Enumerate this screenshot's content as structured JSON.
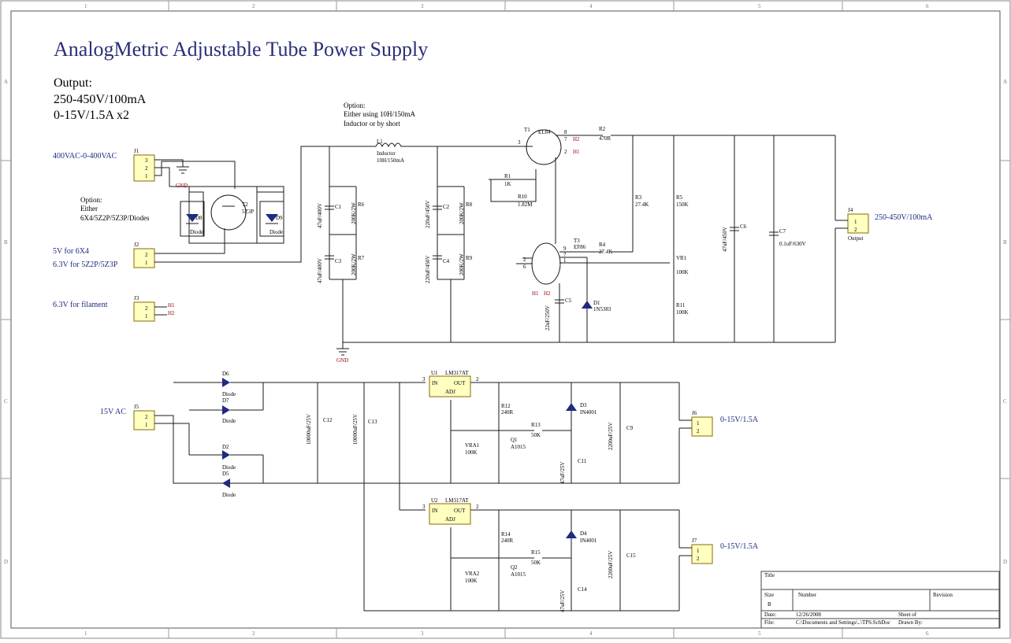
{
  "title": "AnalogMetric Adjustable Tube Power Supply",
  "output_block": {
    "heading": "Output:",
    "line1": "250-450V/100mA",
    "line2": "0-15V/1.5A x2"
  },
  "notes": {
    "option_inductor": [
      "Option:",
      "Either using 10H/150mA",
      "Inductor or by short"
    ],
    "option_rectifier": [
      "Option:",
      "Either",
      "6X4/5Z2P/5Z3P/Diodes"
    ],
    "input_400": "400VAC-0-400VAC",
    "input_5v": "5V for 6X4",
    "input_63_rect": "6.3V for 5Z2P/5Z3P",
    "input_63_fil": "6.3V for filament",
    "input_15": "15V AC",
    "out_hv": "250-450V/100mA",
    "out_lv1": "0-15V/1.5A",
    "out_lv2": "0-15V/1.5A"
  },
  "border": {
    "cols": [
      "1",
      "2",
      "3",
      "4",
      "5",
      "6"
    ],
    "rows": [
      "A",
      "B",
      "C",
      "D"
    ]
  },
  "components": {
    "J1": "J1",
    "J2": "J2",
    "J3": "J3",
    "J4": "J4",
    "J5": "J5",
    "J6": "J6",
    "J7": "J7",
    "T1": "T1",
    "T1_val": "EL84",
    "T2": "T2",
    "T2_val": "5Z3P",
    "T3": "T3",
    "T3_val": "EF86",
    "L1": "L1",
    "L1_type": "Inductor",
    "L1_val": "10H/150mA",
    "C1": "C1",
    "C2": "C2",
    "C3": "C3",
    "C4": "C4",
    "C5": "C5",
    "C6": "C6",
    "C7": "C7",
    "C9": "C9",
    "C11": "C11",
    "C12": "C12",
    "C13": "C13",
    "C14": "C14",
    "C15": "C15",
    "cap_47": "47uF/400V",
    "cap_220": "220uF/450V",
    "cap_22": "22uF/250V",
    "cap_47_450": "47uF/450V",
    "cap_01": "0.1uF/630V",
    "cap_10000": "10000uF/25V",
    "cap_2200": "2200uF/25V",
    "cap_47_25": "47uF/25V",
    "R1": "R1",
    "R1_val": "1K",
    "R2": "R2",
    "R2_val": "470R",
    "R3": "R3",
    "R3_val": "27.4K",
    "R4": "R4",
    "R4_val": "27.4K",
    "R5": "R5",
    "R5_val": "150K",
    "R6": "R6",
    "R7": "R7",
    "R8": "R8",
    "R9": "R9",
    "r_200k": "200K/2W",
    "R10": "R10",
    "R10_val": "1.82M",
    "R11": "R11",
    "R11_val": "100K",
    "VR1": "VR1",
    "VR1_val": "100K",
    "R12": "R12",
    "R12_val": "240R",
    "R13": "R13",
    "R13_val": "50K",
    "R14": "R14",
    "R14_val": "240R",
    "R15": "R15",
    "R15_val": "50K",
    "VRA1": "VRA1",
    "VRA2": "VRA2",
    "vra_val": "100K",
    "Q1": "Q1",
    "Q2": "Q2",
    "q_val": "A1015",
    "D1": "D1",
    "D1_val": "1N5383",
    "D2": "D2",
    "D3": "D3",
    "D4": "D4",
    "D5": "D5",
    "D6": "D6",
    "D7": "D7",
    "D8": "D8",
    "D9": "D9",
    "d_val": "IN4001",
    "diode": "Diode",
    "U1": "U1",
    "U2": "U2",
    "u_val": "LM317AT",
    "in": "IN",
    "out": "OUT",
    "adj": "ADJ",
    "gnd": "GND",
    "H1": "H1",
    "H2": "H2",
    "output_word": "Output"
  },
  "title_block": {
    "title": "Title",
    "size": "Size",
    "size_val": "B",
    "number": "Number",
    "revision": "Revision",
    "date": "Date:",
    "date_val": "12/26/2008",
    "sheet": "Sheet    of",
    "file": "File:",
    "file_val": "C:\\Documents and Settings\\..\\TPS.SchDoc",
    "drawn_by": "Drawn By:"
  }
}
